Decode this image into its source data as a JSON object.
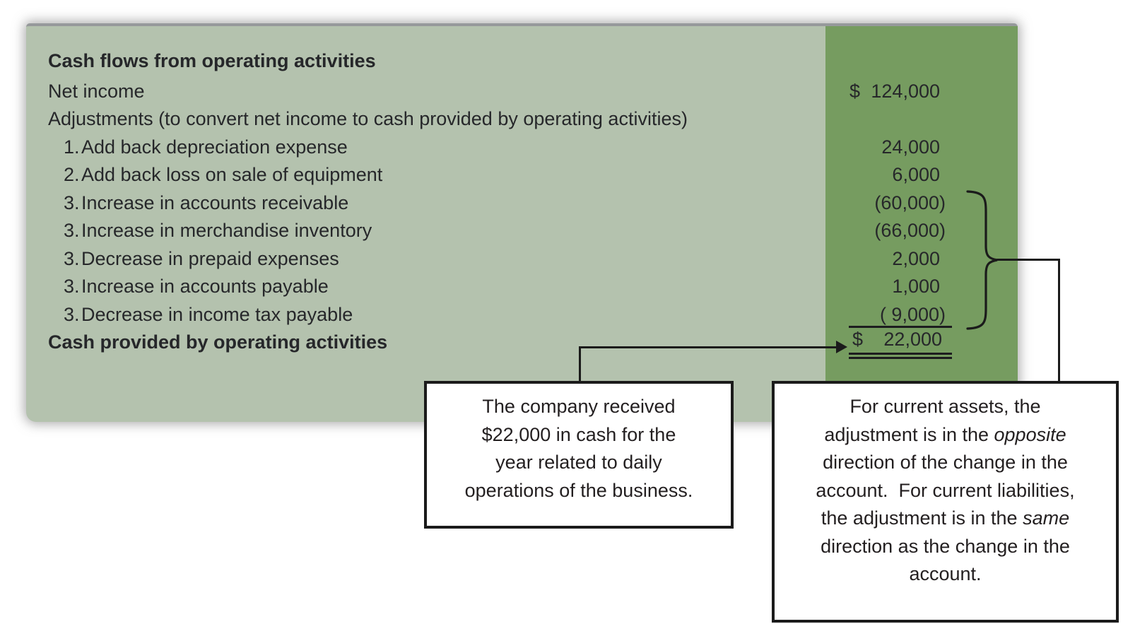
{
  "statement": {
    "title": "Cash flows from operating activities",
    "rows": [
      {
        "label": "Net income",
        "amount": "124,000",
        "dollar": true
      },
      {
        "label": "Adjustments (to convert net income to cash provided by operating activities)"
      },
      {
        "num": "1.",
        "label": "Add back depreciation expense",
        "amount": "24,000"
      },
      {
        "num": "2.",
        "label": "Add back loss on sale of equipment",
        "amount": "6,000"
      },
      {
        "num": "3.",
        "label": "Increase in accounts receivable",
        "amount": "(60,000)",
        "paren": true
      },
      {
        "num": "3.",
        "label": "Increase in merchandise inventory",
        "amount": "(66,000)",
        "paren": true
      },
      {
        "num": "3.",
        "label": "Decrease in prepaid expenses",
        "amount": "2,000"
      },
      {
        "num": "3.",
        "label": "Increase in accounts payable",
        "amount": "1,000"
      },
      {
        "num": "3.",
        "label": "Decrease in income tax payable",
        "amount": "( 9,000)",
        "paren": true
      },
      {
        "label": "Cash provided by operating activities",
        "bold": true,
        "amount": "22,000",
        "dollar": true,
        "total": true
      }
    ]
  },
  "callouts": {
    "box1": {
      "lines": [
        "The company received",
        "$22,000 in cash for the",
        "year related to daily",
        "operations of the business."
      ]
    },
    "box2": {
      "lines": [
        [
          {
            "t": "For current assets, the"
          }
        ],
        [
          {
            "t": "adjustment is in the "
          },
          {
            "t": "opposite",
            "i": true
          }
        ],
        [
          {
            "t": "direction of the change in the"
          }
        ],
        [
          {
            "t": "account.  For current liabilities,"
          }
        ],
        [
          {
            "t": "the adjustment is in the "
          },
          {
            "t": "same",
            "i": true
          }
        ],
        [
          {
            "t": "direction as the change in the"
          }
        ],
        [
          {
            "t": "account."
          }
        ]
      ]
    }
  },
  "colors": {
    "panel_light_green": "#b4c2ae",
    "amount_column_green": "#769c60",
    "line_black": "#1b1b1b",
    "top_edge_gray": "#96999b"
  }
}
